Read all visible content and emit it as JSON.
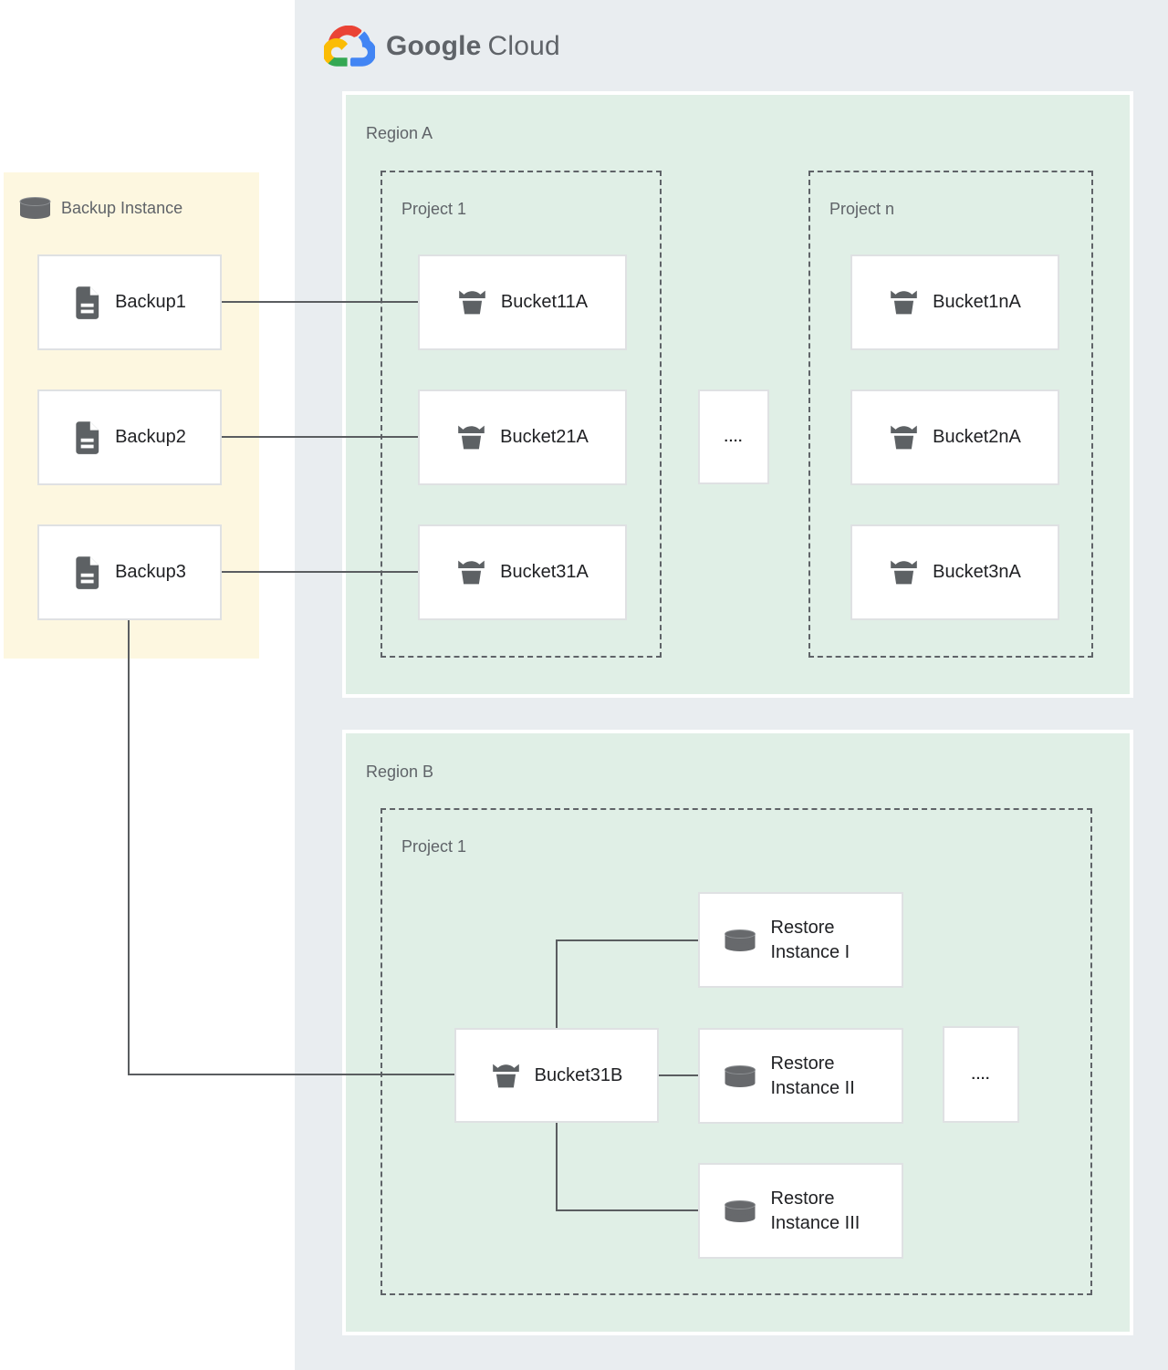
{
  "logo": {
    "brand": "Google",
    "product": "Cloud"
  },
  "backup_panel": {
    "title": "Backup Instance",
    "items": [
      "Backup1",
      "Backup2",
      "Backup3"
    ]
  },
  "region_a": {
    "label": "Region A",
    "project1": {
      "label": "Project 1",
      "buckets": [
        "Bucket11A",
        "Bucket21A",
        "Bucket31A"
      ]
    },
    "dots": "....",
    "projectn": {
      "label": "Project n",
      "buckets": [
        "Bucket1nA",
        "Bucket2nA",
        "Bucket3nA"
      ]
    }
  },
  "region_b": {
    "label": "Region B",
    "project1": {
      "label": "Project 1",
      "bucket": "Bucket31B",
      "dots": "....",
      "restore_instances": [
        "Restore Instance I",
        "Restore Instance II",
        "Restore Instance III"
      ]
    }
  },
  "colors": {
    "container_gray": "#e9edf0",
    "region_green": "#e0efe6",
    "panel_yellow": "#fdf7e0",
    "icon_gray": "#5d6164",
    "line_gray": "#5a5d60",
    "label_gray": "#5f6368",
    "text_dark": "#202124",
    "logo_red": "#EA4335",
    "logo_blue": "#4285F4",
    "logo_green": "#34A853",
    "logo_yellow": "#FBBC05"
  }
}
